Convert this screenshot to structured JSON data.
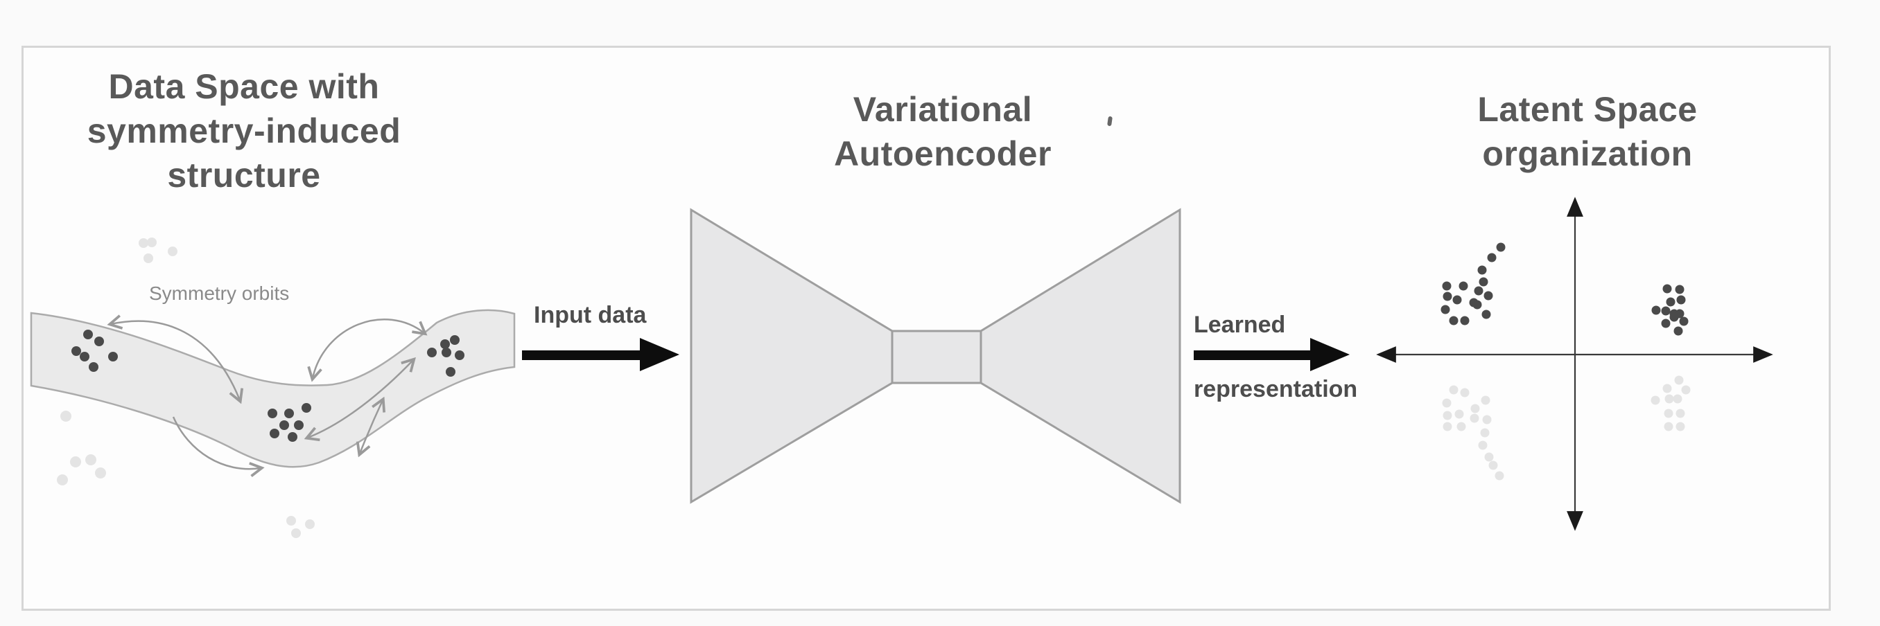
{
  "titles": {
    "data_space": [
      "Data Space with",
      "symmetry-induced",
      "structure"
    ],
    "vae": [
      "Variational",
      "Autoencoder"
    ],
    "latent": [
      "Latent Space",
      "organization"
    ]
  },
  "labels": {
    "symmetry_orbits": "Symmetry orbits",
    "input_data": "Input data",
    "learned": "Learned",
    "representation": "representation"
  },
  "colors": {
    "title_text": "#595959",
    "label_text": "#4d4d4d",
    "orbit_label": "#8a8a8a",
    "band_fill": "#eaeaea",
    "band_stroke": "#ababab",
    "shape_fill": "#e7e7e8",
    "shape_stroke": "#9e9e9e",
    "dark_dot": "#4a4a4a",
    "faint_dot": "#e4e4e4",
    "thin_arrow": "#9a9a9a",
    "axis": "#3a3a3a",
    "black_arrow": "#0d0d0d",
    "frame_border": "#d6d6d6"
  },
  "figure": {
    "data_space_clusters": {
      "left": {
        "shade": "dark",
        "r": 7,
        "points": [
          [
            127,
            483
          ],
          [
            143,
            493
          ],
          [
            110,
            507
          ],
          [
            122,
            515
          ],
          [
            163,
            515
          ],
          [
            135,
            530
          ]
        ]
      },
      "center": {
        "shade": "dark",
        "r": 7,
        "points": [
          [
            393,
            597
          ],
          [
            417,
            597
          ],
          [
            442,
            589
          ],
          [
            410,
            614
          ],
          [
            431,
            614
          ],
          [
            396,
            626
          ],
          [
            422,
            631
          ]
        ]
      },
      "right": {
        "shade": "dark",
        "r": 7,
        "points": [
          [
            623,
            509
          ],
          [
            642,
            497
          ],
          [
            656,
            491
          ],
          [
            644,
            509
          ],
          [
            663,
            513
          ],
          [
            650,
            537
          ]
        ]
      },
      "faint_top": {
        "shade": "faint",
        "r": 7,
        "points": [
          [
            207,
            351
          ],
          [
            219,
            350
          ],
          [
            214,
            373
          ],
          [
            249,
            363
          ]
        ]
      },
      "faint_left": {
        "shade": "faint",
        "r": 8,
        "points": [
          [
            95,
            601
          ],
          [
            109,
            667
          ],
          [
            131,
            664
          ],
          [
            90,
            693
          ],
          [
            145,
            683
          ]
        ]
      },
      "faint_bottom": {
        "shade": "faint",
        "r": 7,
        "points": [
          [
            420,
            752
          ],
          [
            427,
            770
          ],
          [
            447,
            757
          ]
        ]
      }
    },
    "latent_clusters": {
      "upper_left": {
        "shade": "dark",
        "r": 6.5,
        "points": [
          [
            2165,
            357
          ],
          [
            2152,
            372
          ],
          [
            2138,
            390
          ],
          [
            2140,
            407
          ],
          [
            2087,
            413
          ],
          [
            2111,
            413
          ],
          [
            2133,
            420
          ],
          [
            2088,
            428
          ],
          [
            2147,
            427
          ],
          [
            2102,
            433
          ],
          [
            2126,
            437
          ],
          [
            2131,
            440
          ],
          [
            2085,
            447
          ],
          [
            2144,
            454
          ],
          [
            2097,
            463
          ],
          [
            2113,
            463
          ]
        ]
      },
      "upper_right": {
        "shade": "dark",
        "r": 6.5,
        "points": [
          [
            2405,
            417
          ],
          [
            2423,
            418
          ],
          [
            2410,
            436
          ],
          [
            2425,
            433
          ],
          [
            2389,
            448
          ],
          [
            2403,
            449
          ],
          [
            2415,
            453
          ],
          [
            2423,
            453
          ],
          [
            2415,
            458
          ],
          [
            2403,
            467
          ],
          [
            2429,
            464
          ],
          [
            2421,
            478
          ]
        ]
      },
      "lower_left": {
        "shade": "faint",
        "r": 6.5,
        "points": [
          [
            2097,
            563
          ],
          [
            2113,
            567
          ],
          [
            2087,
            582
          ],
          [
            2143,
            578
          ],
          [
            2128,
            590
          ],
          [
            2088,
            600
          ],
          [
            2105,
            598
          ],
          [
            2127,
            604
          ],
          [
            2145,
            606
          ],
          [
            2088,
            616
          ],
          [
            2108,
            616
          ],
          [
            2142,
            625
          ],
          [
            2139,
            643
          ],
          [
            2148,
            660
          ],
          [
            2154,
            672
          ],
          [
            2163,
            687
          ]
        ]
      },
      "lower_right": {
        "shade": "faint",
        "r": 6.5,
        "points": [
          [
            2422,
            549
          ],
          [
            2405,
            561
          ],
          [
            2432,
            563
          ],
          [
            2388,
            578
          ],
          [
            2408,
            576
          ],
          [
            2420,
            576
          ],
          [
            2407,
            597
          ],
          [
            2424,
            597
          ],
          [
            2407,
            616
          ],
          [
            2424,
            616
          ]
        ]
      }
    }
  }
}
